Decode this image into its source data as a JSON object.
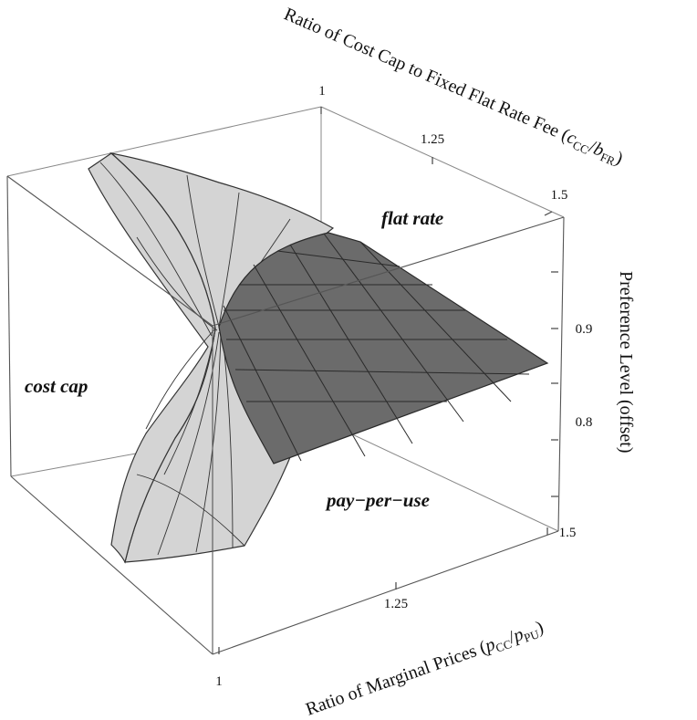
{
  "chart_data": {
    "type": "surface",
    "x_axis": {
      "label_main": "Ratio of Marginal Prices (",
      "label_var": "p",
      "label_sub1": "CC",
      "label_slash": "/",
      "label_var2": "p",
      "label_sub2": "PU",
      "label_close": ")",
      "ticks": [
        {
          "value": 1.0,
          "label": "1"
        },
        {
          "value": 1.25,
          "label": "1.25"
        },
        {
          "value": 1.5,
          "label": "1.5"
        }
      ],
      "range": [
        1.0,
        1.5
      ]
    },
    "y_axis": {
      "label_main": "Ratio of Cost Cap to Fixed Flat Rate Fee (",
      "label_var": "c",
      "label_sub1": "CC",
      "label_slash": "/",
      "label_var2": "b",
      "label_sub2": "FR",
      "label_close": ")",
      "ticks": [
        {
          "value": 1.0,
          "label": "1"
        },
        {
          "value": 1.25,
          "label": "1.25"
        },
        {
          "value": 1.5,
          "label": "1.5"
        }
      ],
      "range": [
        1.0,
        1.5
      ]
    },
    "z_axis": {
      "label": "Preference Level (offset)",
      "ticks": [
        {
          "value": 0.8,
          "label": "0.8"
        },
        {
          "value": 0.9,
          "label": "0.9"
        }
      ],
      "range": [
        0.7,
        1.0
      ]
    },
    "region_labels": {
      "flat_rate": "flat rate",
      "cost_cap": "cost cap",
      "pay_per_use": "pay−per−use"
    },
    "surfaces": [
      {
        "name": "flat rate",
        "color": "#6b6b6b"
      },
      {
        "name": "cost cap",
        "color": "#d4d4d4"
      }
    ],
    "edge_color": "#333333"
  }
}
